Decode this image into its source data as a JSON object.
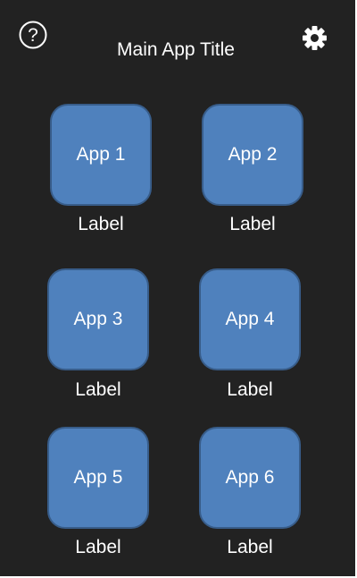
{
  "header": {
    "title": "Main App Title",
    "help_icon": "help-circle-icon",
    "help_glyph": "?",
    "settings_icon": "gear-icon"
  },
  "apps": [
    {
      "name": "App 1",
      "label": "Label"
    },
    {
      "name": "App 2",
      "label": "Label"
    },
    {
      "name": "App 3",
      "label": "Label"
    },
    {
      "name": "App 4",
      "label": "Label"
    },
    {
      "name": "App 5",
      "label": "Label"
    },
    {
      "name": "App 6",
      "label": "Label"
    }
  ],
  "colors": {
    "background": "#222222",
    "tile_fill": "#4f81bd",
    "tile_border": "#385d8a",
    "text": "#ffffff"
  }
}
